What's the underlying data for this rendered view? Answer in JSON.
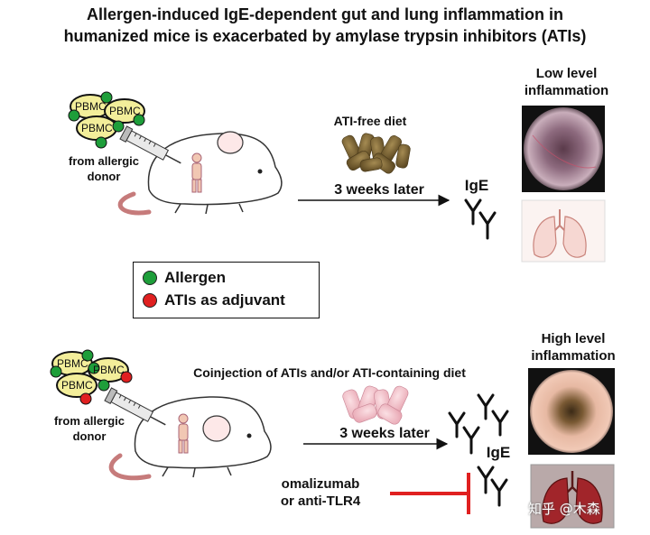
{
  "title": {
    "line1": "Allergen-induced IgE-dependent gut and lung inflammation in",
    "line2": "humanized mice is exacerbated by amylase trypsin inhibitors (ATIs)"
  },
  "top_panel": {
    "pbmc_labels": [
      "PBMC",
      "PBMC",
      "PBMC"
    ],
    "donor_label_line1": "from allergic",
    "donor_label_line2": "donor",
    "diet_label": "ATI-free diet",
    "time_label": "3 weeks later",
    "ige_label": "IgE",
    "outcome_line1": "Low level",
    "outcome_line2": "inflammation"
  },
  "legend": {
    "items": [
      {
        "label": "Allergen",
        "color": "#1e9e3a"
      },
      {
        "label": "ATIs as adjuvant",
        "color": "#e02020"
      }
    ]
  },
  "bottom_panel": {
    "pbmc_labels": [
      "PBMC",
      "PBMC",
      "PBMC"
    ],
    "donor_label_line1": "from allergic",
    "donor_label_line2": "donor",
    "diet_label": "Coinjection of ATIs and/or ATI-containing diet",
    "time_label": "3 weeks later",
    "ige_label": "IgE",
    "treatment_line1": "omalizumab",
    "treatment_line2": "or anti-TLR4",
    "outcome_line1": "High level",
    "outcome_line2": "inflammation"
  },
  "watermark": "知乎 @木森",
  "colors": {
    "pbmc_fill": "#f3ee9a",
    "allergen": "#1e9e3a",
    "ati": "#e02020",
    "inhibit": "#e02020"
  }
}
